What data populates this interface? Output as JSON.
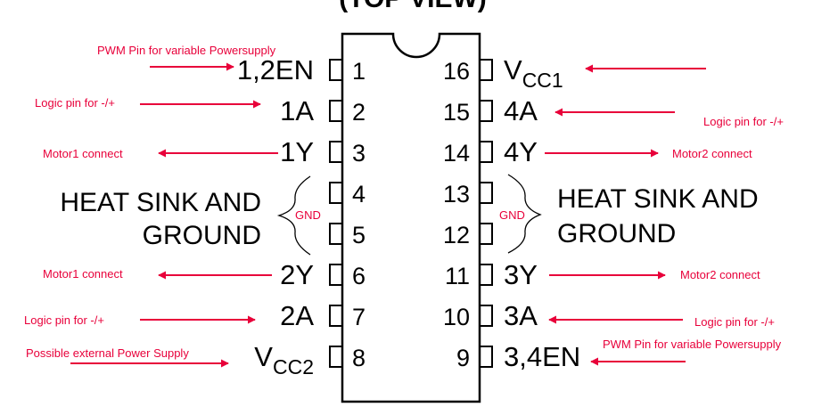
{
  "title": "(TOP VIEW)",
  "colors": {
    "annotation": "#e8003a",
    "outline": "#000000",
    "background": "#ffffff"
  },
  "chip": {
    "left_pins": [
      {
        "num": "1",
        "name": "1,2EN"
      },
      {
        "num": "2",
        "name": "1A"
      },
      {
        "num": "3",
        "name": "1Y"
      },
      {
        "num": "4",
        "name": ""
      },
      {
        "num": "5",
        "name": ""
      },
      {
        "num": "6",
        "name": "2Y"
      },
      {
        "num": "7",
        "name": "2A"
      },
      {
        "num": "8",
        "name": "V",
        "sub": "CC2"
      }
    ],
    "right_pins": [
      {
        "num": "16",
        "name": "V",
        "sub": "CC1"
      },
      {
        "num": "15",
        "name": "4A"
      },
      {
        "num": "14",
        "name": "4Y"
      },
      {
        "num": "13",
        "name": ""
      },
      {
        "num": "12",
        "name": ""
      },
      {
        "num": "11",
        "name": "3Y"
      },
      {
        "num": "10",
        "name": "3A"
      },
      {
        "num": "9",
        "name": "3,4EN"
      }
    ]
  },
  "heat_sink_left": {
    "line1": "HEAT SINK AND",
    "line2": "GROUND",
    "gnd": "GND"
  },
  "heat_sink_right": {
    "line1": "HEAT SINK AND",
    "line2": "GROUND",
    "gnd": "GND"
  },
  "annotations": {
    "pwm_left": "PWM Pin for variable Powersupply",
    "logic_1a": "Logic pin for -/+",
    "motor1_1y": "Motor1 connect",
    "motor1_2y": "Motor1 connect",
    "logic_2a": "Logic pin for -/+",
    "ext_power": "Possible external Power Supply",
    "logic_4a": "Logic pin for -/+",
    "motor2_4y": "Motor2 connect",
    "motor2_3y": "Motor2 connect",
    "logic_3a": "Logic pin for -/+",
    "pwm_right": "PWM Pin for variable Powersupply"
  }
}
